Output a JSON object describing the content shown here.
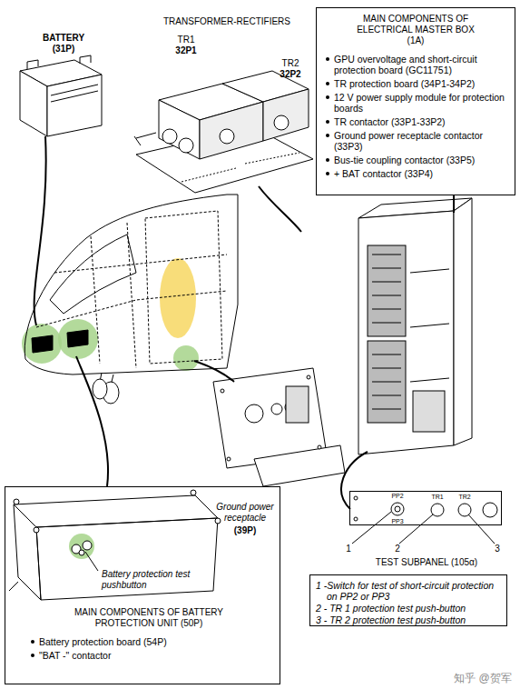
{
  "diagram": {
    "nodes": [
      {
        "text": [
          "MAIN COMPONENTS OF ELECTRICAL MASTER BOX (1A)",
          "GPU overvoltage and short-circuit protection board (GC11751)",
          "TR protection board (34P1-34P2)",
          "12 V power supply module for protection boards",
          "TR contactor (33P1-33P2)",
          "Ground power receptacle contactor (33P3)",
          "Bus-tie coupling contactor (33P5)",
          "+ BAT contactor (33P4)"
        ]
      },
      {
        "text": [
          "TEST SUBPANEL (105α)"
        ]
      },
      {
        "text": [
          "1 -Switch for test of short-circuit protection on PP2 or PP3",
          "2 - TR 1 protection test push-button",
          "3 - TR 2 protection test push-button"
        ]
      },
      {
        "text": [
          "MAIN COMPONENTS OF BATTERY PROTECTION UNIT (50P)",
          "Battery protection board (54P)",
          "\"BAT -\" contactor"
        ]
      }
    ],
    "labels": [
      "BATTERY",
      "(31P)",
      "TRANSFORMER-RECTIFIERS",
      "TR1",
      "32P1",
      "TR2",
      "32P2",
      "Ground power receptacle",
      "(39P)",
      "Battery protection test pushbutton",
      "PP2",
      "PP3",
      "TR1",
      "TR2",
      "1",
      "2",
      "3",
      "知乎 @贺军"
    ]
  }
}
